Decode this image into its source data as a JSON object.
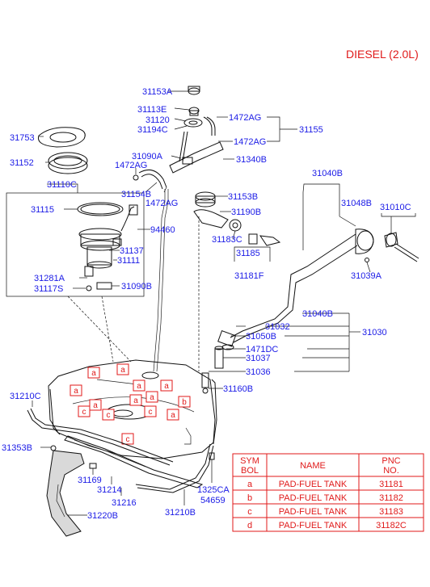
{
  "heading": "DIESEL (2.0L)",
  "labels": {
    "l31153A": "31153A",
    "l31113E": "31113E",
    "l31120": "31120",
    "l31194C": "31194C",
    "l1472AG_a": "1472AG",
    "l31155": "31155",
    "l1472AG_b": "1472AG",
    "l31753": "31753",
    "l31090A": "31090A",
    "l31340B": "31340B",
    "l1472AG_c": "1472AG",
    "l31152": "31152",
    "l31154B": "31154B",
    "l1472AG_d": "1472AG",
    "l31040B_top": "31040B",
    "l31110C": "31110C",
    "l31153B": "31153B",
    "l31048B": "31048B",
    "l31010C": "31010C",
    "l31115": "31115",
    "l31190B": "31190B",
    "l94460": "94460",
    "l31183C": "31183C",
    "l31137": "31137",
    "l31185": "31185",
    "l31111": "31111",
    "l31181F": "31181F",
    "l31039A": "31039A",
    "l31281A": "31281A",
    "l31117S": "31117S",
    "l31090B": "31090B",
    "l31040B_mid": "31040B",
    "l31032": "31032",
    "l31050B": "31050B",
    "l31030": "31030",
    "l1471DC": "1471DC",
    "l31037": "31037",
    "l31036": "31036",
    "l31160B": "31160B",
    "l31210C": "31210C",
    "l31353B": "31353B",
    "l31169": "31169",
    "l31214": "31214",
    "l31216": "31216",
    "l1325CA": "1325CA",
    "l54659": "54659",
    "l31220B": "31220B",
    "l31210B": "31210B"
  },
  "pad_marks": [
    "a",
    "a",
    "a",
    "a",
    "a",
    "a",
    "a",
    "a",
    "a",
    "b",
    "c",
    "c",
    "c",
    "c"
  ],
  "table": {
    "headers": {
      "sym_1": "SYM",
      "sym_2": "BOL",
      "name": "NAME",
      "pnc_1": "PNC",
      "pnc_2": "NO."
    },
    "rows": [
      {
        "sym": "a",
        "name": "PAD-FUEL TANK",
        "pnc": "31181"
      },
      {
        "sym": "b",
        "name": "PAD-FUEL TANK",
        "pnc": "31182"
      },
      {
        "sym": "c",
        "name": "PAD-FUEL TANK",
        "pnc": "31183"
      },
      {
        "sym": "d",
        "name": "PAD-FUEL TANK",
        "pnc": "31182C"
      }
    ]
  }
}
